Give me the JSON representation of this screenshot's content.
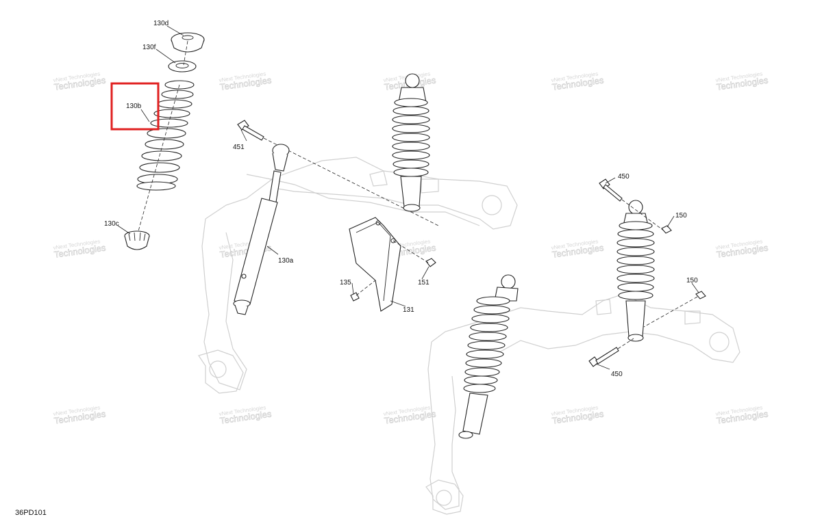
{
  "diagram": {
    "code": "36PD101",
    "watermark_line1": "vNext Technologies",
    "watermark_line2": "Technologies",
    "highlight_color": "#e02020",
    "highlighted_part": "130b",
    "callouts": {
      "p130d": "130d",
      "p130f": "130f",
      "p130b": "130b",
      "p130c": "130c",
      "p130a": "130a",
      "p451": "451",
      "p135": "135",
      "p131": "131",
      "p151": "151",
      "p450_top": "450",
      "p150_top": "150",
      "p150_right": "150",
      "p450_bottom": "450"
    }
  }
}
